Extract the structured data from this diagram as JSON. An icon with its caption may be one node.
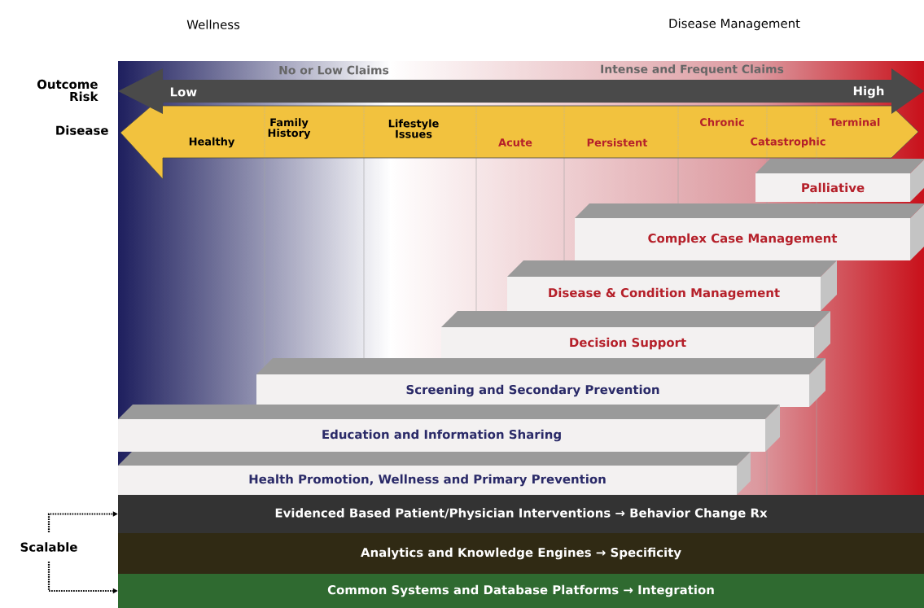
{
  "diagram": {
    "nodes": [
      {
        "text": [
          "Low",
          "High"
        ],
        "beside": [
          "Outcome Risk"
        ]
      },
      {
        "text": [
          "Healthy",
          "Family History",
          "Lifestyle Issues",
          "Acute",
          "Persistent",
          "Chronic",
          "Catastrophic",
          "Terminal"
        ],
        "beside": [
          "Disease"
        ]
      },
      {
        "text": [
          "Palliative"
        ]
      },
      {
        "text": [
          "Complex Case Management"
        ]
      },
      {
        "text": [
          "Disease & Condition Management"
        ]
      },
      {
        "text": [
          "Decision Support"
        ]
      },
      {
        "text": [
          "Screening and Secondary Prevention"
        ]
      },
      {
        "text": [
          "Education and Information Sharing"
        ]
      },
      {
        "text": [
          "Health Promotion, Wellness and Primary Prevention"
        ]
      },
      {
        "text": [
          "Evidenced Based Patient/Physician Interventions → Behavior Change Rx"
        ]
      },
      {
        "text": [
          "Analytics and Knowledge Engines → Specificity"
        ]
      },
      {
        "text": [
          "Common Systems and Database Platforms → Integration"
        ]
      },
      {
        "text": [
          "Scalable"
        ]
      }
    ],
    "edges": [
      {
        "from": 12,
        "to": 9,
        "arrow": "to",
        "style": "dashed"
      },
      {
        "from": 12,
        "to": 11,
        "arrow": "to",
        "style": "dashed"
      }
    ],
    "labels": [
      "Wellness",
      "Disease Management",
      "No or Low Claims",
      "Intense and Frequent Claims"
    ]
  }
}
